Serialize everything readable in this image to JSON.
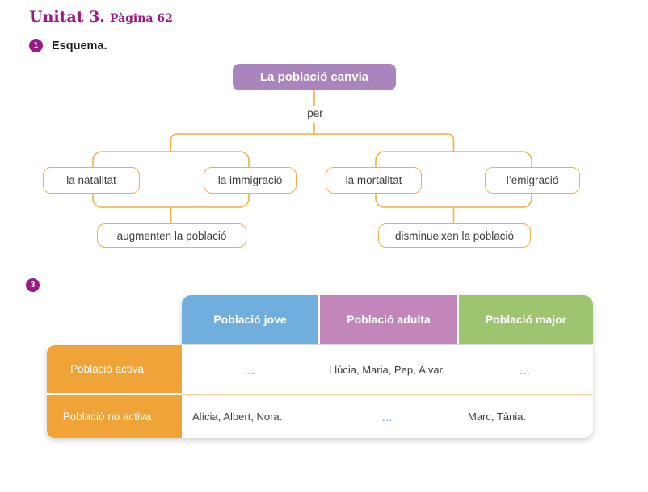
{
  "header": {
    "unit": "Unitat 3.",
    "page": "Pàgina 62"
  },
  "exercise1": {
    "number": "1",
    "label": "Esquema.",
    "diagram": {
      "root": "La població canvia",
      "connector_label": "per",
      "left_branch": {
        "causes": [
          "la natalitat",
          "la immigració"
        ],
        "effect": "augmenten la població"
      },
      "right_branch": {
        "causes": [
          "la mortalitat",
          "l’emigració"
        ],
        "effect": "disminueixen la població"
      }
    }
  },
  "exercise3": {
    "number": "3",
    "table": {
      "column_headers": [
        "Població jove",
        "Població adulta",
        "Població major"
      ],
      "rows": [
        {
          "label": "Població activa",
          "cells": [
            "…",
            "Llúcia, Maria, Pep, Àlvar.",
            "…"
          ]
        },
        {
          "label": "Població no activa",
          "cells": [
            "Alícia, Albert, Nora.",
            "…",
            "Marc, Tània."
          ]
        }
      ]
    }
  },
  "colors": {
    "magenta_accent": "#9a1982",
    "diagram_purple": "#a984bd",
    "diagram_line_gold": "#efb045",
    "header_blue": "#70aedd",
    "header_pink": "#c386ba",
    "header_green": "#9dc46e",
    "rowlabel_orange": "#f0a438",
    "ellipsis_blue": "#64a4d8"
  }
}
